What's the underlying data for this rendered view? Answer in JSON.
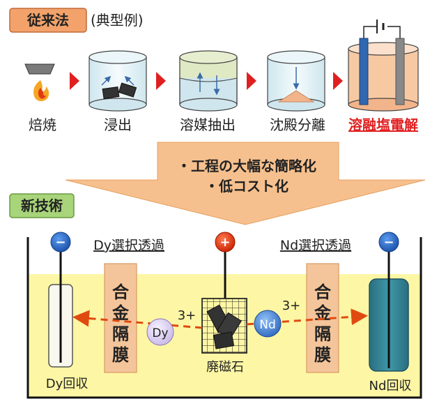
{
  "conventional": {
    "label": "従来法",
    "subtitle": "(典型例)",
    "steps": [
      "焙焼",
      "浸出",
      "溶媒抽出",
      "沈殿分離",
      "溶融塩電解"
    ]
  },
  "transition": {
    "line1": "・工程の大幅な簡略化",
    "line2": "・低コスト化"
  },
  "new_tech": {
    "label": "新技術",
    "dy_select": "Dy選択透過",
    "nd_select": "Nd選択透過",
    "membrane_label_left": [
      "合",
      "金",
      "隔",
      "膜"
    ],
    "membrane_label_right": [
      "合",
      "金",
      "隔",
      "膜"
    ],
    "dy_ion": "Dy",
    "nd_ion": "Nd",
    "charge_dy": "3+",
    "charge_nd": "3+",
    "scrap_label": "廃磁石",
    "dy_recovery": "Dy回収",
    "nd_recovery": "Nd回収",
    "minus": "−",
    "plus": "+"
  },
  "colors": {
    "label_bg": "#f2a26a",
    "accent_red": "#e02020",
    "arrow_fill": "#f6c08e",
    "bath": "#fdf6a4",
    "membrane": "#f4c59a",
    "nd_electrode": "#2e7a8c",
    "dy_ion": "#dcd1f0",
    "nd_ion": "#3f7fd2",
    "electrode_blue": "#1f5fc0",
    "plus_red": "#e03010"
  }
}
